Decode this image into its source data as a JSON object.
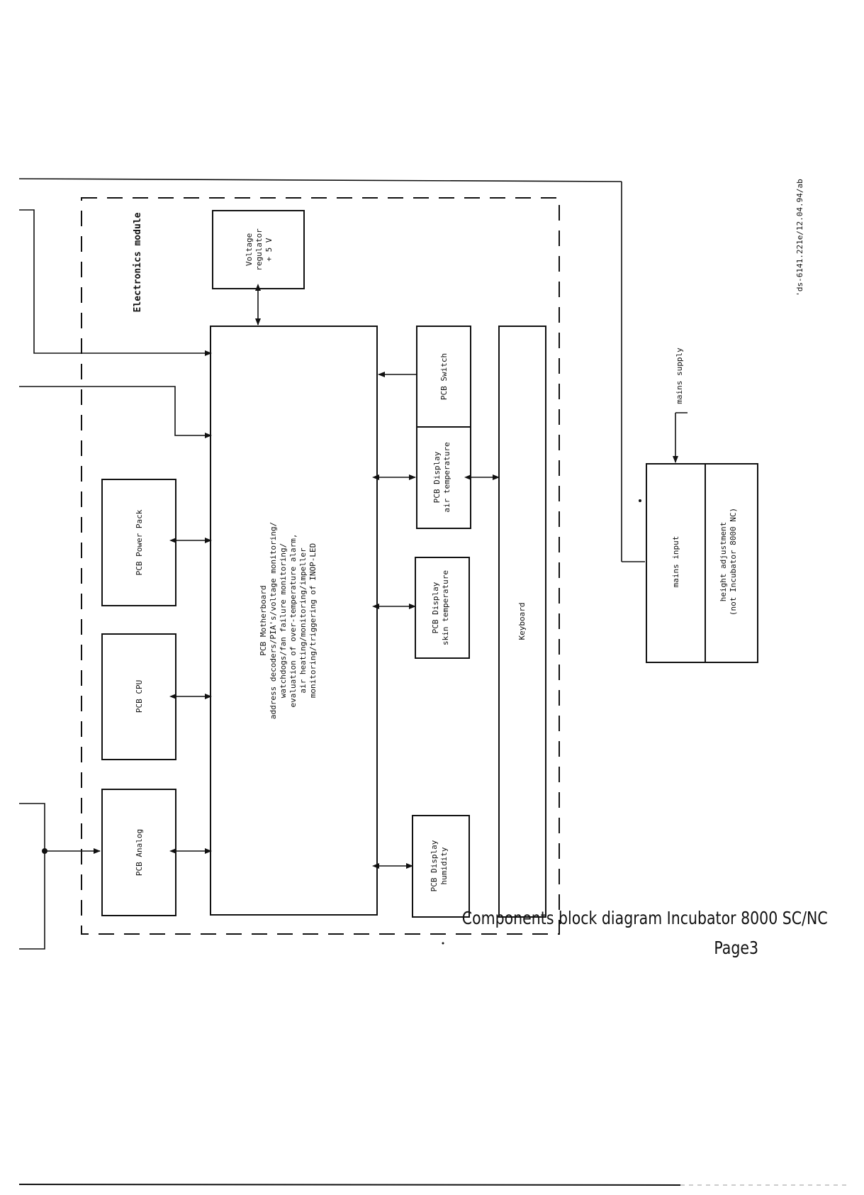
{
  "diagram": {
    "module_label": "Electronics module",
    "voltage_regulator": [
      "Voltage",
      "regulator",
      "+ 5 V"
    ],
    "motherboard": [
      "PCB Motherboard",
      "address decoders/PIA's/voltage monitoring/",
      "watchdogs/fan failure monitoring/",
      "evaluation of over-temperature alarm,",
      "air heating/monitoring/impeller",
      "monitoring/triggering of INOP-LED"
    ],
    "pcb_power_pack": "PCB Power Pack",
    "pcb_cpu": "PCB CPU",
    "pcb_analog": "PCB Analog",
    "pcb_switch": "PCB Switch",
    "pcb_display_air": [
      "PCB Display",
      "air temperature"
    ],
    "pcb_display_skin": [
      "PCB Display",
      "skin temperature"
    ],
    "pcb_display_humidity": [
      "PCB Display",
      "humidity"
    ],
    "keyboard": "Keyboard",
    "mains_supply": "mains supply",
    "mains_input": "mains input",
    "height_adjustment": [
      "height adjustment",
      "(not Incubator 8000 NC)"
    ],
    "doc_ref": "'ds-6141.221e/12.04.94/ab"
  },
  "caption": {
    "title": "Components block diagram Incubator 8000 SC/NC",
    "page": "Page3"
  }
}
